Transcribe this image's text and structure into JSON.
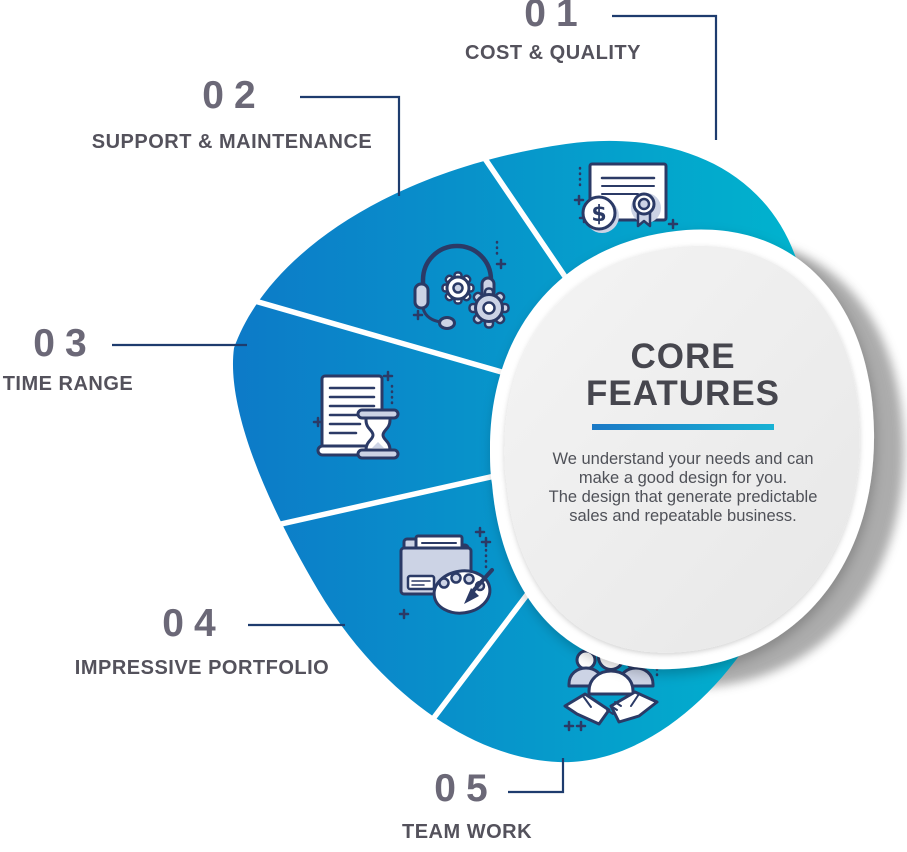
{
  "diagram_title": {
    "line1": "CORE",
    "line2": "FEATURES"
  },
  "description_lines": [
    "We understand your needs and can",
    "make a good design for you.",
    "The design that generate predictable",
    "sales and repeatable business."
  ],
  "items": [
    {
      "number": "01",
      "label": "COST & QUALITY",
      "icon": "certificate-dollar-icon"
    },
    {
      "number": "02",
      "label": "SUPPORT & MAINTENANCE",
      "icon": "headset-gears-icon"
    },
    {
      "number": "03",
      "label": "TIME RANGE",
      "icon": "document-hourglass-icon"
    },
    {
      "number": "04",
      "label": "IMPRESSIVE PORTFOLIO",
      "icon": "folder-palette-icon"
    },
    {
      "number": "05",
      "label": "TEAM WORK",
      "icon": "people-handshake-icon"
    }
  ],
  "coin_symbol": "$",
  "colors": {
    "blob_gradient_start": "#0d7ac8",
    "blob_gradient_end": "#00b5ce",
    "underline_gradient_start": "#1b79c6",
    "underline_gradient_end": "#18b2d4",
    "connector_line": "#1e3c6e",
    "divider_line": "#ffffff",
    "number_text": "#6b6877",
    "label_text": "#54525c",
    "title_text": "#46464e",
    "body_text": "#4f5158",
    "icon_stroke": "#2b3a66",
    "icon_accent": "#ccd3e5",
    "inner_disc": "#ededed",
    "shadow": "#9e9e9e"
  }
}
